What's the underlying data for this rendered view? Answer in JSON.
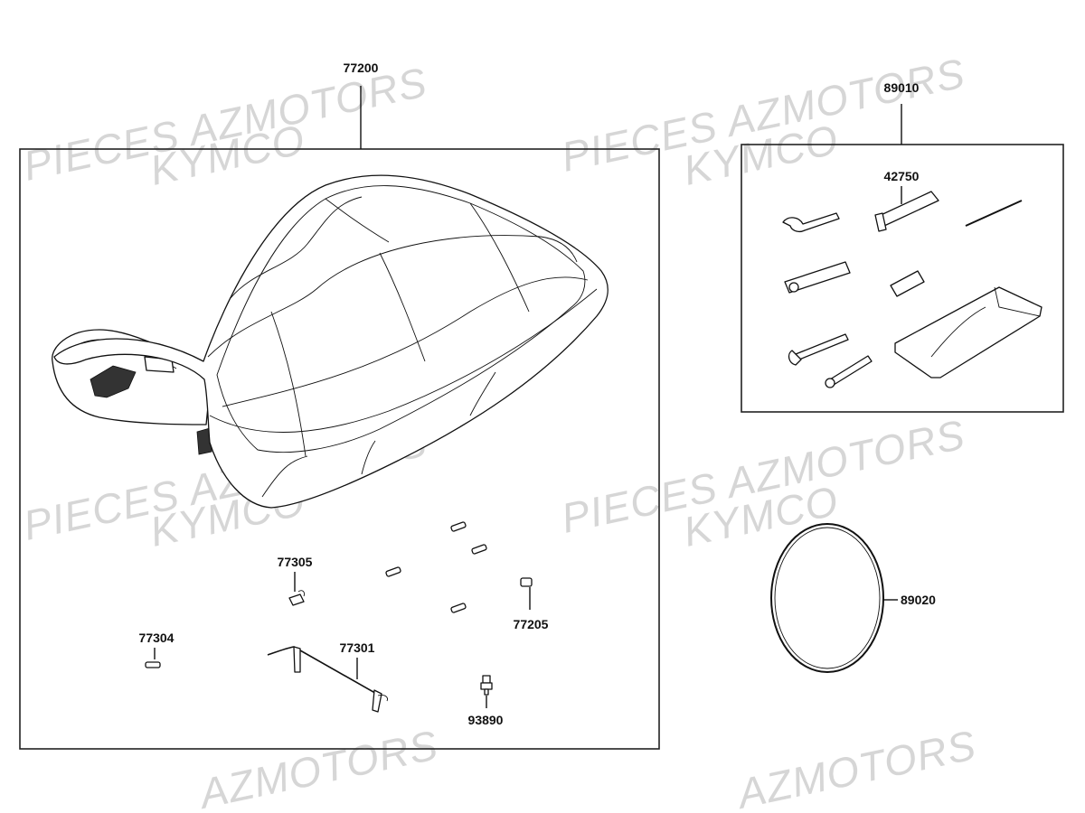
{
  "watermarks": {
    "line1": "PIECES AZMOTORS",
    "line2": "KYMCO",
    "partial": "AZMOTORS"
  },
  "labels": {
    "seat_assy": "77200",
    "tool_kit": "89010",
    "tool_item": "42750",
    "band": "89020",
    "hook": "77305",
    "bumper": "77205",
    "latch_rod": "77301",
    "clip": "77304",
    "bolt": "93890"
  }
}
